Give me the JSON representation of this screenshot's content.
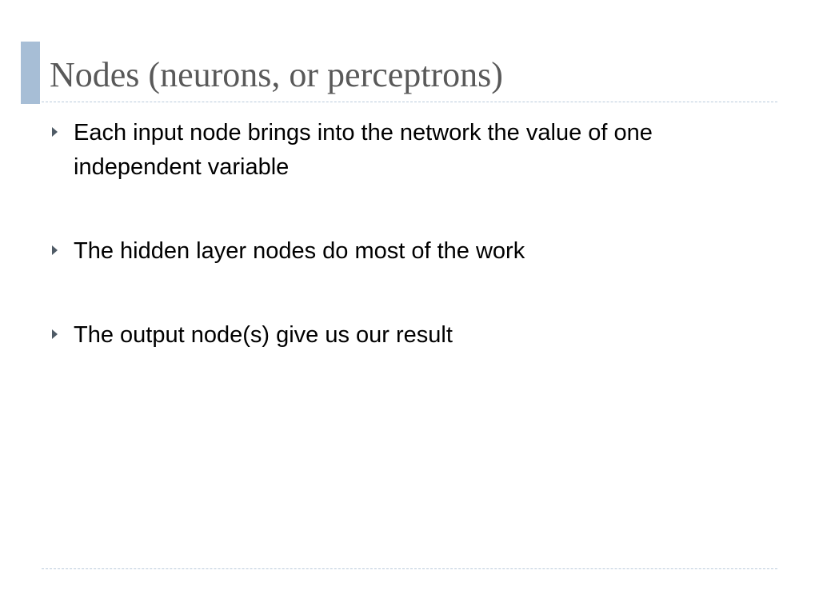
{
  "slide": {
    "title": "Nodes (neurons, or perceptrons)",
    "accent_color": "#a7bed6",
    "title_color": "#595959",
    "bullet_icon": "triangle-right-icon",
    "bullets": [
      {
        "text": "Each input node brings into the network the value of one independent variable"
      },
      {
        "text": "The hidden layer nodes do most of the work"
      },
      {
        "text": "The output node(s) give us our result"
      }
    ]
  }
}
